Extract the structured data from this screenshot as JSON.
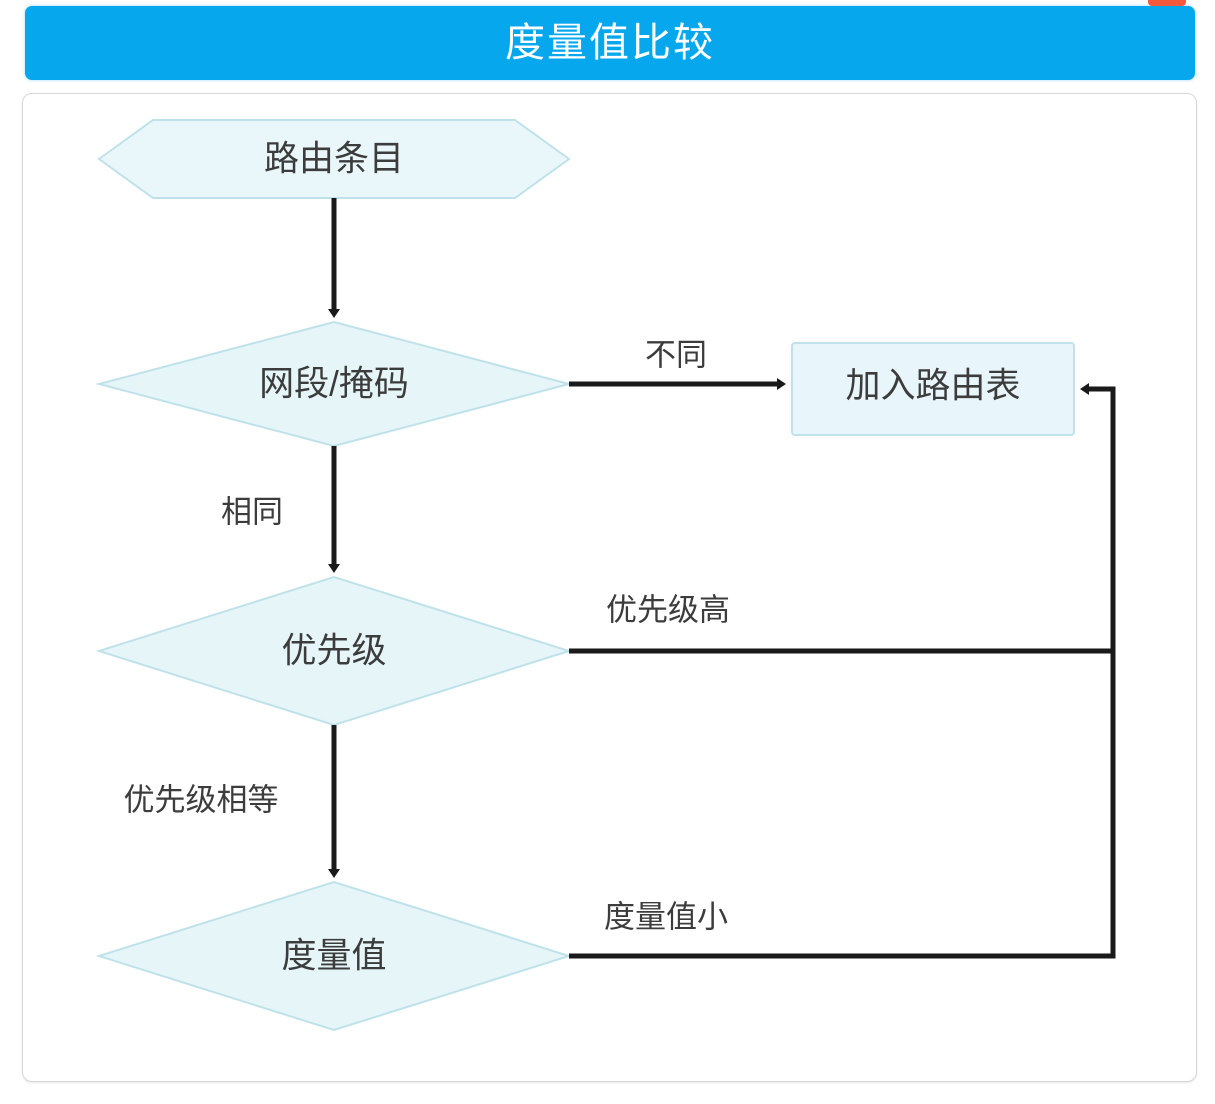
{
  "header": {
    "title": "度量值比较",
    "bar_color": "#06a7ec",
    "title_color": "#ffffff",
    "nub_color": "#f4593c"
  },
  "diagram": {
    "type": "flowchart",
    "shape_fill": "#eaf7fa",
    "shape_stroke": "#bfe2ea",
    "edge_color": "#1a1a1a",
    "text_color": "#3c3c3c",
    "nodes": [
      {
        "id": "start",
        "shape": "hexagon",
        "label": "路由条目"
      },
      {
        "id": "netmask",
        "shape": "diamond",
        "label": "网段/掩码"
      },
      {
        "id": "addtable",
        "shape": "rectangle",
        "label": "加入路由表"
      },
      {
        "id": "priority",
        "shape": "diamond",
        "label": "优先级"
      },
      {
        "id": "metric",
        "shape": "diamond",
        "label": "度量值"
      }
    ],
    "edges": [
      {
        "id": "e1",
        "from": "start",
        "to": "netmask",
        "label": ""
      },
      {
        "id": "e2",
        "from": "netmask",
        "to": "addtable",
        "label": "不同"
      },
      {
        "id": "e3",
        "from": "netmask",
        "to": "priority",
        "label": "相同"
      },
      {
        "id": "e4",
        "from": "priority",
        "to": "addtable",
        "label": "优先级高"
      },
      {
        "id": "e5",
        "from": "priority",
        "to": "metric",
        "label": "优先级相等"
      },
      {
        "id": "e6",
        "from": "metric",
        "to": "addtable",
        "label": "度量值小"
      }
    ]
  }
}
